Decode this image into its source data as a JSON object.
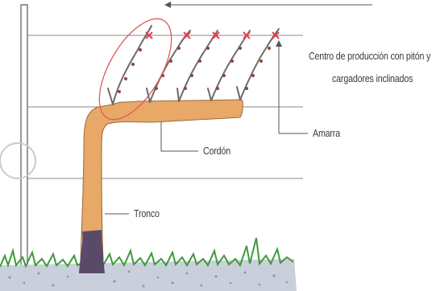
{
  "labels": {
    "centro_line1": "Centro de producción con pitón y",
    "centro_line2": "cargadores inclinados",
    "amarra": "Amarra",
    "cordon": "Cordón",
    "tronco": "Tronco"
  },
  "colors": {
    "wood": "#e8a867",
    "trunk_base": "#5a4a6a",
    "grass": "#3f9a3a",
    "soil": "#b9c2d1",
    "ties": "#e04050",
    "circle": "#e05a5a",
    "wires": "#8a8a8a",
    "pointer_lines": "#555555"
  }
}
